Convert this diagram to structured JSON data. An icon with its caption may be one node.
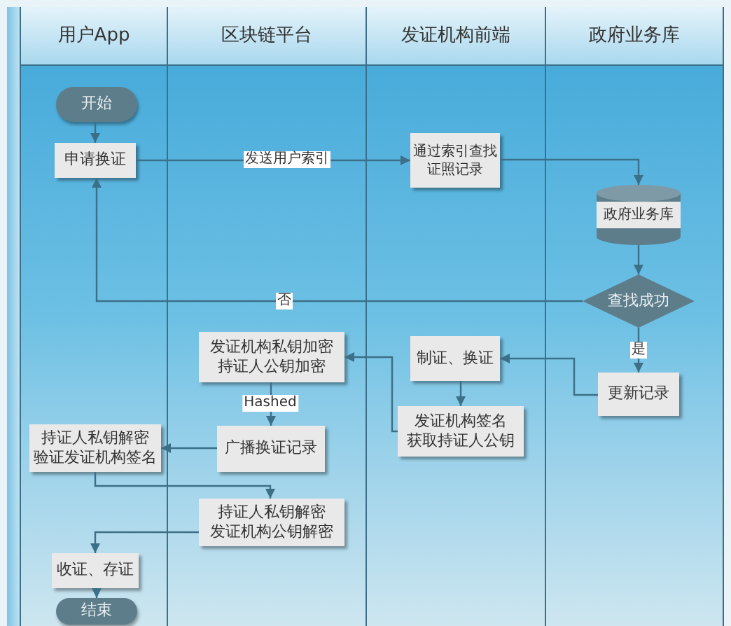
{
  "diagram": {
    "nodes": [
      {
        "text": [
          "用户App"
        ]
      },
      {
        "text": [
          "区块链平台"
        ]
      },
      {
        "text": [
          "发证机构前端"
        ]
      },
      {
        "text": [
          "政府业务库"
        ]
      },
      {
        "text": [
          "开始"
        ],
        "in": 0
      },
      {
        "text": [
          "申请换证"
        ],
        "in": 0
      },
      {
        "text": [
          "通过索引查找证照记录"
        ],
        "in": 2
      },
      {
        "text": [
          "政府业务库"
        ],
        "in": 3
      },
      {
        "text": [
          "查找成功"
        ],
        "in": 3
      },
      {
        "text": [
          "更新记录"
        ],
        "in": 3
      },
      {
        "text": [
          "制证、换证"
        ],
        "in": 2
      },
      {
        "text": [
          "发证机构签名",
          "获取持证人公钥"
        ],
        "in": 2
      },
      {
        "text": [
          "发证机构私钥加密",
          "持证人公钥加密"
        ],
        "in": 1
      },
      {
        "text": [
          "广播换证记录"
        ],
        "in": 1
      },
      {
        "text": [
          "持证人私钥解密",
          "验证发证机构签名"
        ],
        "in": 0
      },
      {
        "text": [
          "持证人私钥解密",
          "发证机构公钥解密"
        ],
        "in": 1
      },
      {
        "text": [
          "收证、存证"
        ],
        "in": 0
      },
      {
        "text": [
          "结束"
        ],
        "in": 0
      }
    ],
    "edges": [
      {
        "from": 4,
        "to": 5,
        "arrow": "to"
      },
      {
        "from": 5,
        "to": 6,
        "arrow": "to",
        "label": "发送用户索引"
      },
      {
        "from": 6,
        "to": 7,
        "arrow": "to"
      },
      {
        "from": 7,
        "to": 8,
        "arrow": "to"
      },
      {
        "from": 8,
        "to": 5,
        "arrow": "to",
        "label": "否"
      },
      {
        "from": 8,
        "to": 9,
        "arrow": "to",
        "label": "是"
      },
      {
        "from": 9,
        "to": 10,
        "arrow": "to"
      },
      {
        "from": 10,
        "to": 11,
        "arrow": "to"
      },
      {
        "from": 11,
        "to": 12,
        "arrow": "to"
      },
      {
        "from": 12,
        "to": 13,
        "arrow": "to",
        "label": "Hashed"
      },
      {
        "from": 13,
        "to": 14,
        "arrow": "to"
      },
      {
        "from": 14,
        "to": 15,
        "arrow": "to"
      },
      {
        "from": 15,
        "to": 16,
        "arrow": "to"
      },
      {
        "from": 16,
        "to": 17,
        "arrow": "to"
      }
    ]
  }
}
